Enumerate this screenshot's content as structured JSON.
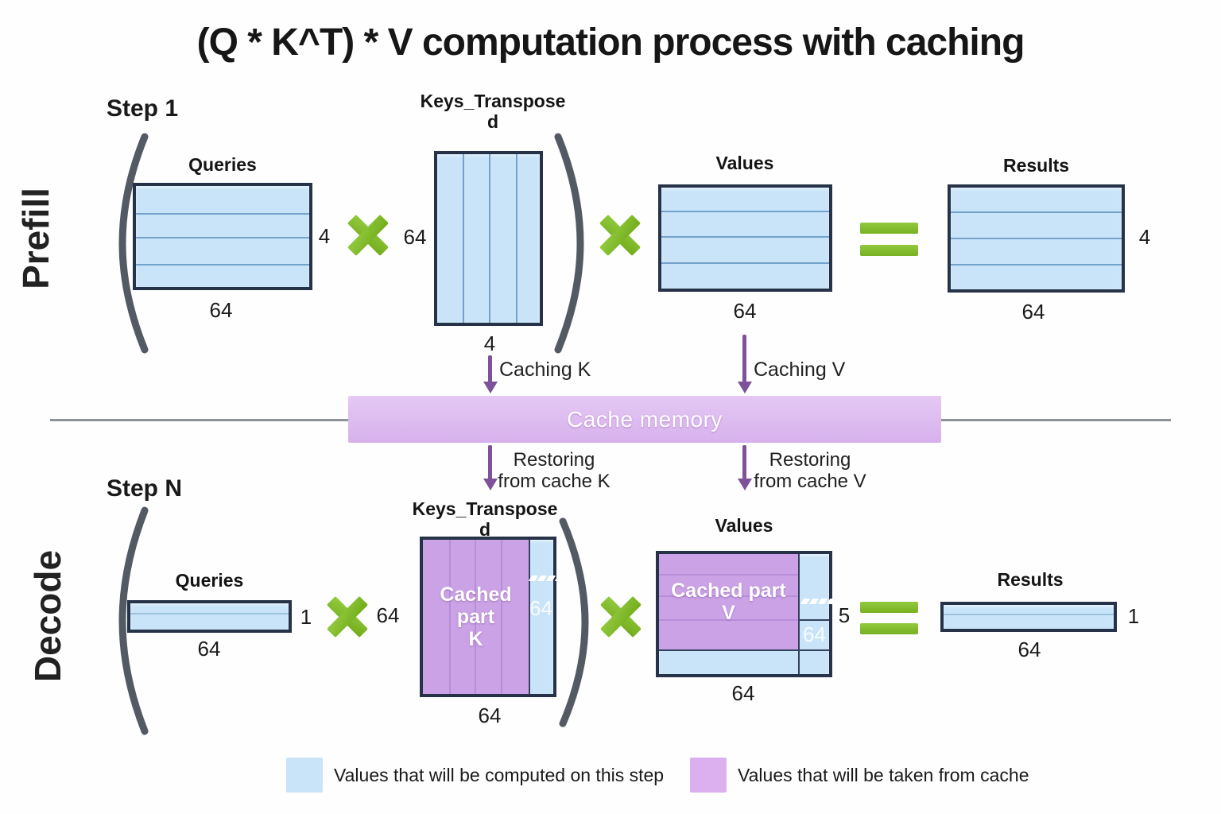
{
  "title": "(Q * K^T) * V computation process with caching",
  "prefill": {
    "section": "Prefill",
    "step": "Step 1",
    "queries": {
      "title": "Queries",
      "rows": "4",
      "cols": "64"
    },
    "keys": {
      "title": "Keys_Transpose\nd",
      "rows": "64",
      "cols": "4"
    },
    "values": {
      "title": "Values",
      "cols": "64"
    },
    "results": {
      "title": "Results",
      "rows": "4",
      "cols": "64"
    }
  },
  "cache": {
    "caching_k": "Caching K",
    "caching_v": "Caching V",
    "memory": "Cache memory",
    "restoring_k": "Restoring\nfrom cache K",
    "restoring_v": "Restoring\nfrom cache V"
  },
  "decode": {
    "section": "Decode",
    "step": "Step N",
    "queries": {
      "title": "Queries",
      "rows": "1",
      "cols": "64"
    },
    "keys": {
      "title": "Keys_Transpose\nd",
      "rows": "64",
      "cols": "64",
      "cached": "Cached\npart\nK",
      "new_part": "64"
    },
    "values": {
      "title": "Values",
      "rows": "5",
      "cols": "64",
      "cached": "Cached part\nV",
      "new_part": "64"
    },
    "results": {
      "title": "Results",
      "rows": "1",
      "cols": "64"
    }
  },
  "legend": {
    "computed": "Values that will be computed on this step",
    "cached": "Values that will be taken from cache"
  },
  "colors": {
    "computed_fill": "#c9e4f8",
    "cached_fill": "#cba2e5",
    "cache_bar": "#debcf0",
    "operator_green": "#84bd2a",
    "arrow_purple": "#7d5299"
  }
}
